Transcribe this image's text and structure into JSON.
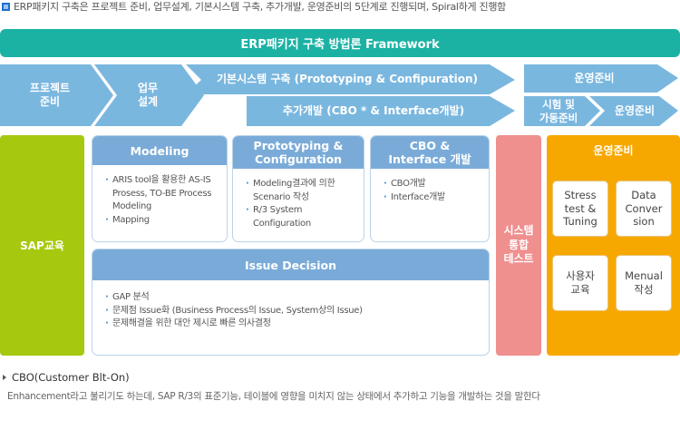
{
  "intro": "ERP패키지 구축은 프로젝트 준비, 업무설계, 기본시스템 구축, 추가개발, 운영준비의 5단계로 진행되며, Spiral하게 진행함",
  "banner": "ERP패키지 구축 방법론 Framework",
  "phases": {
    "prep": "프로젝트\n준비",
    "design": "업무\n설계",
    "build": "기본시스템 구축 (Prototyping & Confipuration)",
    "addon": "추가개발 (CBO * & Interface개발)",
    "ops": "운영준비",
    "test_ops": "시험 및\n가동준비",
    "ops2": "운영준비"
  },
  "sap_edu": "SAP교육",
  "cards": {
    "modeling": {
      "title": "Modeling",
      "items": [
        "ARIS tool을 활용한 AS-IS Prosess, TO-BE Process Modeling",
        "Mapping"
      ]
    },
    "prototyping": {
      "title": "Prototyping &\nConfiguration",
      "items": [
        "Modeling결과에 의한 Scenario 작성",
        "R/3 System Configuration"
      ]
    },
    "cbo": {
      "title": "CBO &\nInterface 개발",
      "items": [
        "CBO개발",
        "Interface개발"
      ]
    },
    "issue": {
      "title": "Issue Decision",
      "items": [
        "GAP 분석",
        "문제점 Issue화 (Business Process의 Issue, System상의 Issue)",
        "문제해결을 위한 대안 제시로 빠른 의사결정"
      ]
    }
  },
  "system_test": "시스템\n통합\n테스트",
  "ops_panel": {
    "title": "운영준비",
    "stress": "Stress\ntest &\nTuning",
    "data": "Data\nConver\nsion",
    "user_edu": "사용자\n교육",
    "manual": "Menual\n작성"
  },
  "note": {
    "head": "CBO(Customer Blt-On)",
    "body": "Enhancement라고 불리기도 하는데, SAP R/3의 표준기능, 테이블에 영향을 미치지 않는 상태에서 추가하고 기능을 개발하는 것을 말한다"
  },
  "colors": {
    "teal": "#1bb2a4",
    "arrow": "#7ab7df",
    "green": "#a6c90f",
    "card_head": "#7aabd8",
    "pink": "#ef8f8e",
    "orange": "#f7a800"
  }
}
